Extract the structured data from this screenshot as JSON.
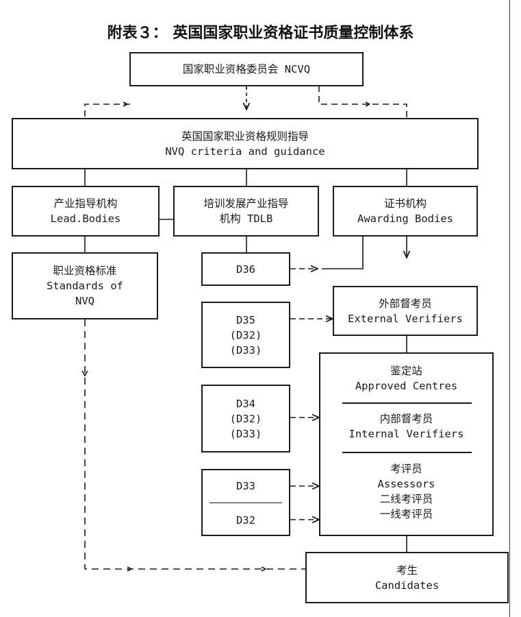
{
  "title": "附表３： 英国国家职业资格证书质量控制体系",
  "ncvq": "国家职业资格委员会 NCVQ",
  "criteria": {
    "zh": "英国国家职业资格规则指导",
    "en": "NVQ criteria and guidance"
  },
  "lead_bodies": {
    "zh": "产业指导机构",
    "en": "Lead.Bodies"
  },
  "tdlb": {
    "zh": "培训发展产业指导",
    "en": "机构   TDLB"
  },
  "awarding": {
    "zh": "证书机构",
    "en": "Awarding Bodies"
  },
  "standards": {
    "zh": "职业资格标准",
    "en1": "Standards of",
    "en2": "NVQ"
  },
  "d36": "D36",
  "ext_verifiers": {
    "zh": "外部督考员",
    "en": "External Verifiers"
  },
  "d35_box": {
    "l1": "D35",
    "l2": "(D32)",
    "l3": "(D33)"
  },
  "d34_box": {
    "l1": "D34",
    "l2": "(D32)",
    "l3": "(D33)"
  },
  "d33": "D33",
  "d32": "D32",
  "centres": {
    "approved_zh": "鉴定站",
    "approved_en": "Approved Centres",
    "internal_zh": "内部督考员",
    "internal_en": "Internal Verifiers",
    "assessors_zh": "考评员",
    "assessors_en": "Assessors",
    "level2": "二线考评员",
    "level1": "一线考评员"
  },
  "candidates": {
    "zh": "考生",
    "en": "Candidates"
  }
}
